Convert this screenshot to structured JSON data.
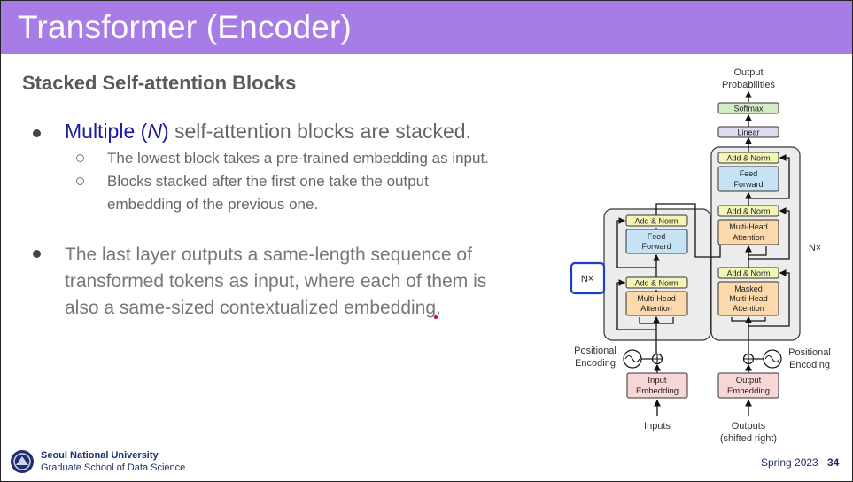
{
  "slide": {
    "title": "Transformer (Encoder)",
    "subtitle": "Stacked Self-attention Blocks",
    "bullet1": {
      "highlight_prefix": "Multiple (",
      "highlight_var": "N",
      "highlight_suffix": ")",
      "rest": " self-attention blocks are stacked.",
      "subitems": [
        "The lowest block takes a pre-trained embedding as input.",
        "Blocks stacked after the first one take the output",
        "embedding of the previous one."
      ]
    },
    "bullet2": {
      "lines": [
        "The last layer outputs a same-length sequence of",
        "transformed tokens as input, where each of them is",
        "also a same-sized contextualized embedding."
      ]
    }
  },
  "diagram": {
    "output_probabilities": [
      "Output",
      "Probabilities"
    ],
    "softmax": "Softmax",
    "linear": "Linear",
    "add_norm": "Add & Norm",
    "feed_forward": [
      "Feed",
      "Forward"
    ],
    "multi_head_attention": [
      "Multi-Head",
      "Attention"
    ],
    "masked_multi_head_attention": [
      "Masked",
      "Multi-Head",
      "Attention"
    ],
    "nx_left": "N×",
    "nx_right": "N×",
    "positional_encoding": [
      "Positional",
      "Encoding"
    ],
    "input_embedding": [
      "Input",
      "Embedding"
    ],
    "output_embedding": [
      "Output",
      "Embedding"
    ],
    "inputs": "Inputs",
    "outputs": [
      "Outputs",
      "(shifted right)"
    ],
    "colors": {
      "add_norm": "#f3f5b7",
      "feed_forward": "#c6e3f6",
      "attention": "#fbd9ac",
      "embedding": "#f8d6d6",
      "linear": "#dcdcef",
      "softmax": "#d3ecc5",
      "stack_bg": "#ececec",
      "highlight": "#1f3ec7"
    }
  },
  "footer": {
    "university": "Seoul National University",
    "school": "Graduate School of Data Science",
    "term": "Spring 2023",
    "page": "34"
  }
}
